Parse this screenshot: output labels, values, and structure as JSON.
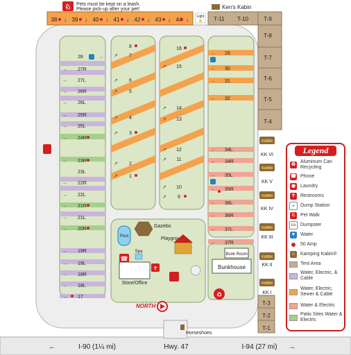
{
  "notice": {
    "line1": "Pets must be kept on a leash.",
    "line2": "Please pick-up after your pet!",
    "icon": "pet-walk-icon"
  },
  "top_sites": [
    "38",
    "39",
    "40",
    "41",
    "42",
    "43",
    "44"
  ],
  "light_label": "Light",
  "kens_kabin": "Ken's Kabin",
  "tent_sites_top": [
    "T-11",
    "T-10"
  ],
  "tent_sites_right": [
    "T-9",
    "T-8",
    "T-7",
    "T-6",
    "T-5",
    "T-4"
  ],
  "tent_sites_bottom": [
    "T-3",
    "T-2",
    "T-1"
  ],
  "left_column_sites": [
    "28",
    "27R",
    "27L",
    "26R",
    "26L",
    "25R",
    "25L",
    "24R",
    "23R",
    "23L",
    "22R",
    "22L",
    "21R",
    "21L",
    "20R",
    "19R",
    "19L",
    "18R",
    "18L",
    "17"
  ],
  "middle_left_sites": [
    "8",
    "7",
    "6",
    "5",
    "4",
    "3",
    "2",
    "1"
  ],
  "middle_right_sites": [
    "16",
    "15",
    "14",
    "13",
    "12",
    "11",
    "10",
    "9"
  ],
  "right_column_sites": [
    "29",
    "30",
    "31",
    "32",
    "34L",
    "34R",
    "35L",
    "35R",
    "36L",
    "36R",
    "37L",
    "37R"
  ],
  "kamping_kabins": [
    "KK VI",
    "KK V",
    "KK IV",
    "KK III",
    "KK II",
    "KK I"
  ],
  "kabin_sign": "KABIN",
  "amenities": {
    "gazebo": "Gazebo",
    "pool": "Pool",
    "spa": "Spa",
    "playground": "Playground",
    "store_office": "Store/Office",
    "bunk_room": "Bunk Room",
    "bunkhouse": "Bunkhouse",
    "horseshoes": "Horseshoes",
    "north": "NORTH"
  },
  "road": {
    "left": "I-90 (1¼ mi)",
    "center": "Hwy. 47",
    "right": "I-94 (27 mi)"
  },
  "legend": {
    "title": "Legend",
    "items": [
      {
        "icon": "recycling-icon",
        "label": "Aluminum Can Recycling"
      },
      {
        "icon": "phone-icon",
        "label": "Phone"
      },
      {
        "icon": "laundry-icon",
        "label": "Laundry"
      },
      {
        "icon": "restroom-icon",
        "label": "Restrooms"
      },
      {
        "icon": "dump-station-icon",
        "label": "Dump Station"
      },
      {
        "icon": "pet-walk-icon",
        "label": "Pet Walk"
      },
      {
        "icon": "dumpster-icon",
        "label": "Dumpster"
      },
      {
        "icon": "water-icon",
        "label": "Water"
      },
      {
        "icon": "50-amp-icon",
        "label": "50 Amp"
      },
      {
        "icon": "kamping-kabin-icon",
        "label": "Kamping Kabin®"
      },
      {
        "swatch": "#c4ad8e",
        "label": "Tent Area"
      },
      {
        "swatch": "#c9b5dc",
        "label": "Water, Electric, & Cable"
      },
      {
        "swatch": "#f4a24d",
        "label": "Water, Electric, Sewer & Cable"
      },
      {
        "swatch": "#f2a394",
        "label": "Water & Electric"
      },
      {
        "swatch": "#a5d08c",
        "label": "Patio Sites Water & Electric"
      }
    ]
  },
  "colors": {
    "grass": "#dbe7c6",
    "road": "#eeeeee",
    "tent_area": "#c4ad8e",
    "water_electric_cable": "#c9b5dc",
    "water_electric_sewer_cable": "#f4a24d",
    "water_electric": "#f2a394",
    "patio_sites": "#a5d08c",
    "accent_red": "#d41f1f"
  }
}
